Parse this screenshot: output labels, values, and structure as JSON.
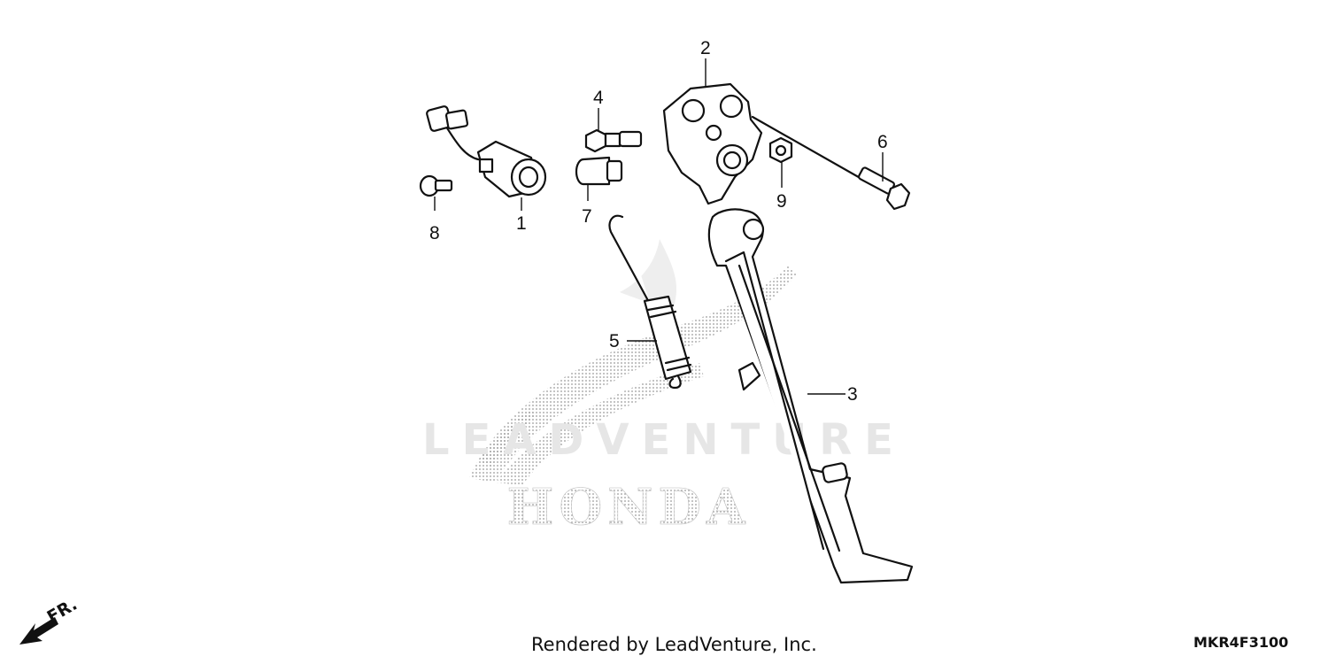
{
  "diagram": {
    "callouts": [
      {
        "id": "1",
        "label": "1"
      },
      {
        "id": "2",
        "label": "2"
      },
      {
        "id": "3",
        "label": "3"
      },
      {
        "id": "4",
        "label": "4"
      },
      {
        "id": "5",
        "label": "5"
      },
      {
        "id": "6",
        "label": "6"
      },
      {
        "id": "7",
        "label": "7"
      },
      {
        "id": "8",
        "label": "8"
      },
      {
        "id": "9",
        "label": "9"
      }
    ],
    "direction_marker": "FR.",
    "watermark_text": "LEADVENTURE",
    "brand_text": "HONDA",
    "credit": "Rendered by LeadVenture, Inc.",
    "diagram_code": "MKR4F3100"
  },
  "colors": {
    "line": "#111111",
    "watermark": "#e6e6e6",
    "stipple": "#999999"
  }
}
